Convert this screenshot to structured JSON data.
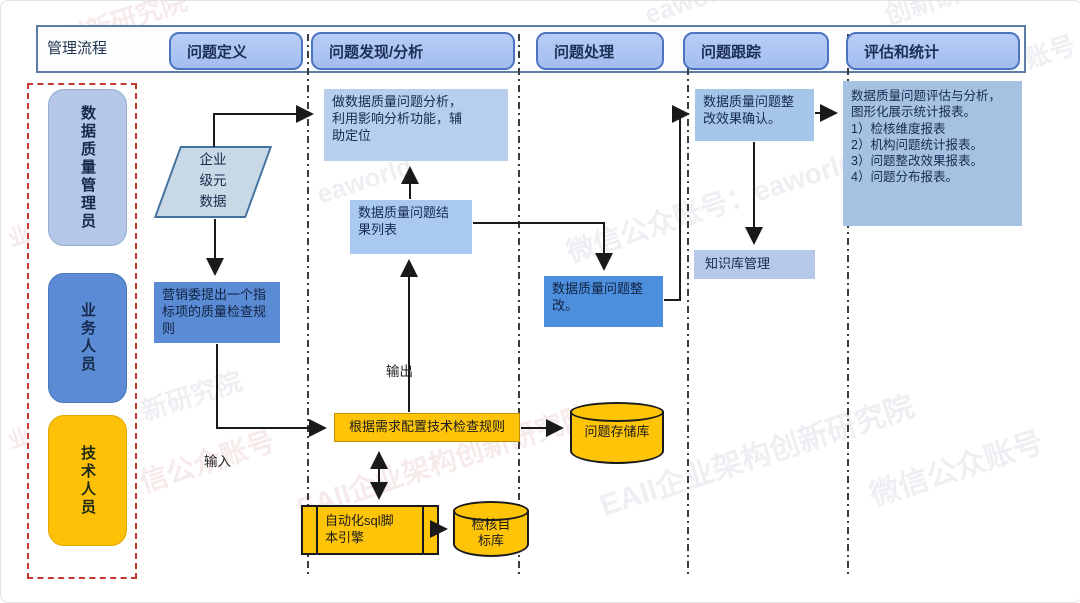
{
  "header": {
    "label": "管理流程",
    "stages": [
      "问题定义",
      "问题发现/分析",
      "问题处理",
      "问题跟踪",
      "评估和统计"
    ]
  },
  "roles": [
    "数据质量管理员",
    "业务人员",
    "技术人员"
  ],
  "nodes": {
    "enterprise_metadata": "企业\n级元\n数据",
    "define_rule": "营销委提出一个指\n标项的质量检查规\n则",
    "analyze": "做数据质量问题分析，\n利用影响分析功能，辅\n助定位",
    "result_list": "数据质量问题结\n果列表",
    "config_rule": "根据需求配置技术检查规则",
    "sql_engine": "自动化sql脚\n本引擎",
    "target_db": "检核目\n标库",
    "problem_store": "问题存储库",
    "rectify": "数据质量问题整\n改。",
    "confirm": "数据质量问题整\n改效果确认。",
    "knowledge": "知识库管理",
    "evaluation": "数据质量问题评估与分析，\n图形化展示统计报表。\n1）检核维度报表\n2）机构问题统计报表。\n3）问题整改效果报表。\n4）问题分布报表。"
  },
  "flow_labels": {
    "input": "输入",
    "output": "输出"
  },
  "watermarks": [
    "创新研究院",
    "eaworld",
    "创新研究院",
    "账号",
    "eaworld",
    "微信公众账号：eaworld",
    "新研究院",
    "信公众账号",
    "EAII企业架构创新研究院",
    "EAII企业架构创新研究院",
    "微信公众账号",
    "业",
    "业"
  ],
  "colors": {
    "light_blue": "#b4c7e7",
    "medium_blue": "#5b8bd5",
    "gold": "#ffc000",
    "header_pill": "#a9c2f2",
    "lane_border_red": "#c23b2e",
    "connector": "#1a1a1a"
  }
}
